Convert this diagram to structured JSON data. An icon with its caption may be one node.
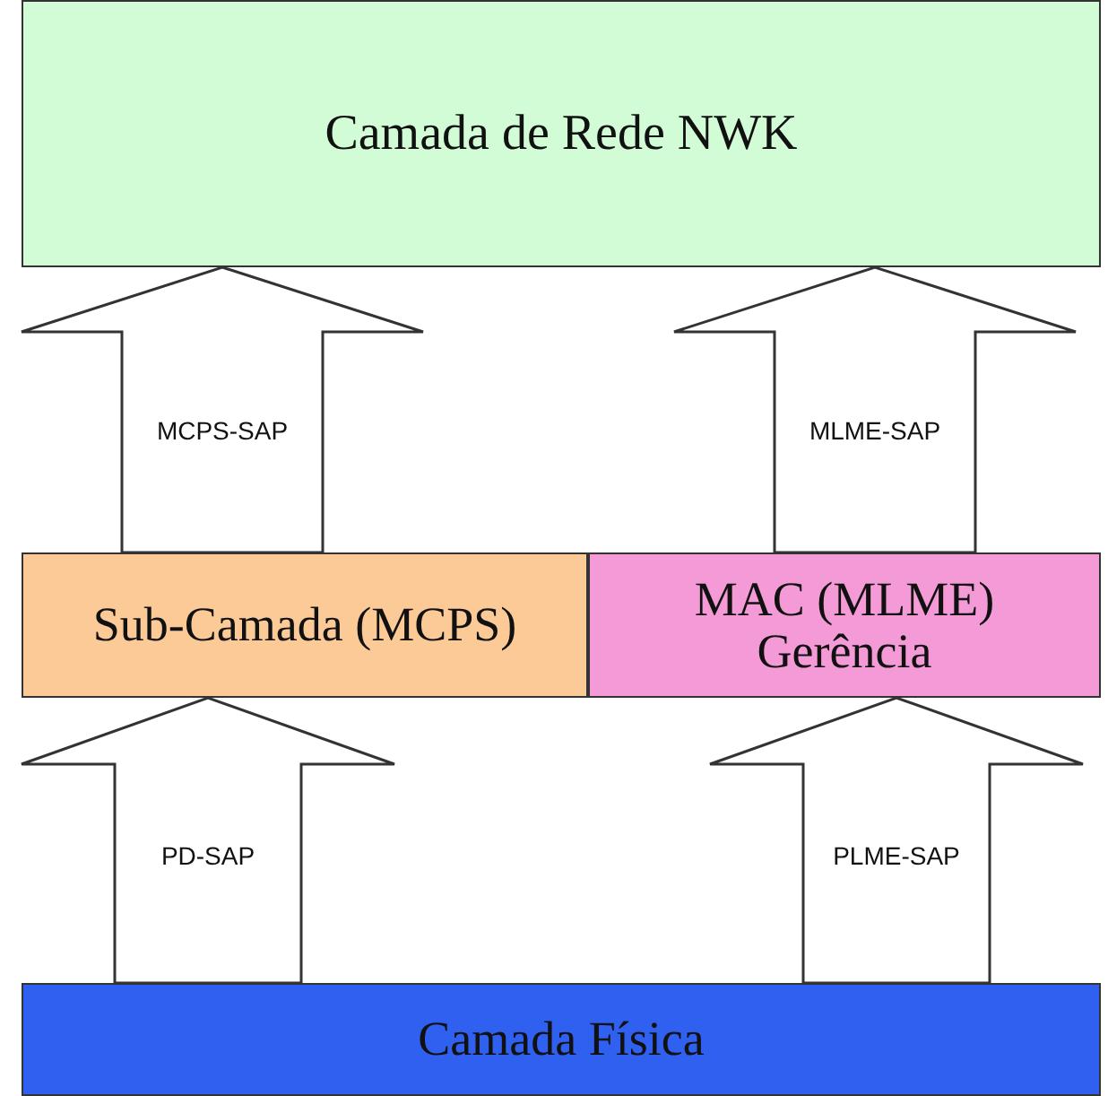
{
  "diagram": {
    "nodes": [
      {
        "text": [
          "Camada de Rede NWK"
        ]
      },
      {
        "text": [
          "Sub-Camada (MCPS)"
        ]
      },
      {
        "text": [
          "MAC (MLME) Gerência"
        ]
      },
      {
        "text": [
          "Camada Física"
        ]
      }
    ],
    "edges": [
      {
        "from": 1,
        "to": 0,
        "arrow": "to",
        "label": "MCPS-SAP"
      },
      {
        "from": 2,
        "to": 0,
        "arrow": "to",
        "label": "MLME-SAP"
      },
      {
        "from": 3,
        "to": 1,
        "arrow": "to",
        "label": "PD-SAP"
      },
      {
        "from": 3,
        "to": 2,
        "arrow": "to",
        "label": "PLME-SAP"
      }
    ]
  }
}
